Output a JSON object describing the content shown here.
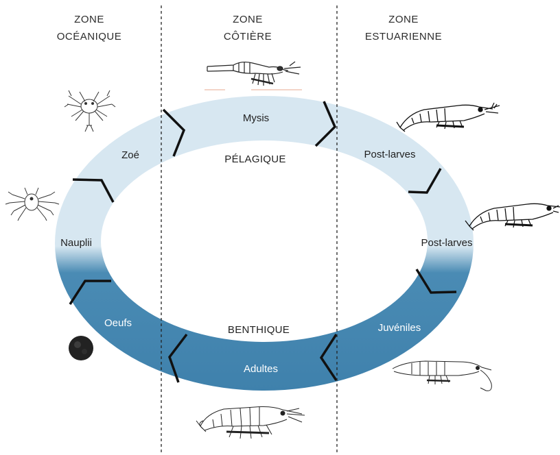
{
  "zones": [
    {
      "line1": "ZONE",
      "line2": "OCÉANIQUE"
    },
    {
      "line1": "ZONE",
      "line2": "CÔTIÈRE"
    },
    {
      "line1": "ZONE",
      "line2": "ESTUARIENNE"
    }
  ],
  "bands": {
    "pelagic": "PÉLAGIQUE",
    "benthic": "BENTHIQUE"
  },
  "stages": {
    "mysis": "Mysis",
    "zoe": "Zoé",
    "postlarves_top": "Post-larves",
    "nauplii": "Nauplii",
    "postlarves_right": "Post-larves",
    "oeufs": "Oeufs",
    "juveniles": "Juvéniles",
    "adultes": "Adultes"
  },
  "icons": {
    "mysis": "mysis-larva-icon",
    "zoe": "zoea-larva-icon",
    "nauplii": "nauplius-larva-icon",
    "postlarva_top": "shrimp-postlarva-icon",
    "postlarva_right": "shrimp-postlarva-icon",
    "egg": "egg-icon",
    "juvenile": "juvenile-shrimp-icon",
    "adult": "adult-shrimp-icon"
  },
  "colors": {
    "pelagic": "#d6e6f0",
    "benthic": "#4a8bb4",
    "divider": "#222222"
  }
}
